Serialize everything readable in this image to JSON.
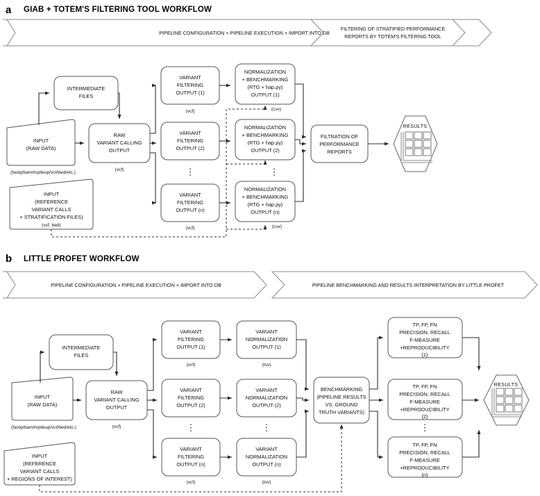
{
  "figure": {
    "panels": [
      {
        "letter": "a",
        "title": "GIAB + TOTEM'S FILTERING TOOL WORKFLOW",
        "banners": [
          "PIPELINE CONFIGURATION + PIPELINE EXECUTION + IMPORT INTO DB",
          "FILTERING OF STRATIFIED PERFORMANCE REPORTS BY TOTEM'S FILTERING TOOL"
        ],
        "banner2_line1": "FILTERING OF STRATIFIED PERFORMANCE",
        "banner2_line2": "REPORTS BY TOTEM'S FILTERING TOOL",
        "nodes": {
          "intermediate": "INTERMEDIATE FILES",
          "intermediate_l1": "INTERMEDIATE",
          "intermediate_l2": "FILES",
          "input_raw_l1": "INPUT",
          "input_raw_l2": "(RAW DATA)",
          "input_raw_caption": "(fastq/bam/mpileup/vct/bed/etc.)",
          "input_ref_l1": "INPUT",
          "input_ref_l2": "(REFERENCE",
          "input_ref_l3": "VARIANT CALLS",
          "input_ref_l4": "+ STRATIFICATION FILES)",
          "input_ref_l5": "(vcf, bed)",
          "raw_calling_l1": "RAW",
          "raw_calling_l2": "VARIANT CALLING",
          "raw_calling_l3": "OUTPUT",
          "raw_calling_caption": "(vcf)",
          "filtration_l1": "FILTRATION OF",
          "filtration_l2": "PERFORMANCE",
          "filtration_l3": "REPORTS",
          "results": "RESULTS"
        },
        "filter_column": [
          {
            "l1": "VARIANT",
            "l2": "FILTERING",
            "l3": "OUTPUT (1)",
            "caption": "(vcf)"
          },
          {
            "l1": "VARIANT",
            "l2": "FILTERING",
            "l3": "OUTPUT (2)",
            "caption": ""
          },
          {
            "l1": "VARIANT",
            "l2": "FILTERING",
            "l3": "OUTPUT (n)",
            "caption": "(vcf)"
          }
        ],
        "norm_column": [
          {
            "l1": "NORMALIZATION",
            "l2": "+ BENCHMARKING",
            "l3": "(RTG + hap.py)",
            "l4": "OUTPUT (1)",
            "caption": "(csv)"
          },
          {
            "l1": "NORMALIZATION",
            "l2": "+ BENCHMARKING",
            "l3": "(RTG + hap.py)",
            "l4": "OUTPUT (2)",
            "caption": ""
          },
          {
            "l1": "NORMALIZATION",
            "l2": "+ BENCHMARKING",
            "l3": "(RTG + hap.py)",
            "l4": "OUTPUT (n)",
            "caption": "(csv)"
          }
        ],
        "ellipsis": "⋮"
      },
      {
        "letter": "b",
        "title": "LITTLE PROFET WORKFLOW",
        "banners": [
          "PIPELINE CONFIGURATION + PIPELINE EXECUTION + IMPORT INTO DB",
          "PIPELINE BENCHMARKING AND RESULTS INTERPRETATION BY LITTLE PROFET"
        ],
        "nodes": {
          "intermediate_l1": "INTERMEDIATE",
          "intermediate_l2": "FILES",
          "input_raw_l1": "INPUT",
          "input_raw_l2": "(RAW DATA)",
          "input_raw_caption": "(fastq/bam/mpileup/vct/bed/etc.)",
          "input_ref_l1": "INPUT",
          "input_ref_l2": "(REFERENCE",
          "input_ref_l3": "VARIANT CALLS",
          "input_ref_l4": "+ REGIONS OF INTEREST)",
          "raw_calling_l1": "RAW",
          "raw_calling_l2": "VARIANT CALLING",
          "raw_calling_l3": "OUTPUT",
          "raw_calling_caption": "(vcf)",
          "benchmarking_l1": "BENCHMARKING",
          "benchmarking_l2": "(PIPELINE RESULTS",
          "benchmarking_l3": "VS. GROUND",
          "benchmarking_l4": "TRUTH VARIANTS)",
          "results": "RESULTS"
        },
        "filter_column": [
          {
            "l1": "VARIANT",
            "l2": "FILTERING",
            "l3": "OUTPUT (1)",
            "caption": "(vcf)"
          },
          {
            "l1": "VARIANT",
            "l2": "FILTERING",
            "l3": "OUTPUT (2)",
            "caption": ""
          },
          {
            "l1": "VARIANT",
            "l2": "FILTERING",
            "l3": "OUTPUT (n)",
            "caption": "(vcf)"
          }
        ],
        "norm_column": [
          {
            "l1": "VARIANT",
            "l2": "NORMALIZATION",
            "l3": "OUTPUT (1)",
            "caption": "(tsv)"
          },
          {
            "l1": "VARIANT",
            "l2": "NORMALIZATION",
            "l3": "OUTPUT (2)",
            "caption": ""
          },
          {
            "l1": "VARIANT",
            "l2": "NORMALIZATION",
            "l3": "OUTPUT (n)",
            "caption": "(tsv)"
          }
        ],
        "metrics_column": [
          {
            "l1": "TP, FP, FN",
            "l2": "PRECISION, RECALL",
            "l3": "F-MEASURE",
            "l4": "+REPRODUCIBILITY",
            "l5": "(1)"
          },
          {
            "l1": "TP, FP, FN",
            "l2": "PRECISION, RECALL",
            "l3": "F-MEASURE",
            "l4": "+REPRODUCIBILITY",
            "l5": "(2)"
          },
          {
            "l1": "TP, FP, FN",
            "l2": "PRECISION, RECALL",
            "l3": "F-MEASURE",
            "l4": "+REPRODUCIBILITY",
            "l5": "(n)"
          }
        ],
        "ellipsis": "⋮"
      }
    ]
  },
  "colors": {
    "box_stroke": "#555555",
    "line": "#2b2b2b",
    "banner_stroke": "#888888",
    "background": "#ffffff"
  }
}
